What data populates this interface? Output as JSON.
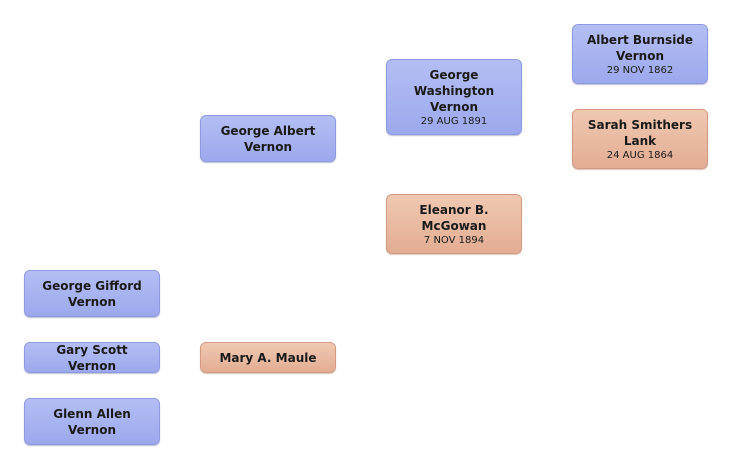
{
  "people": {
    "albert_burnside": {
      "name": "Albert Burnside\nVernon",
      "date": "29 NOV 1862"
    },
    "sarah_smithers": {
      "name": "Sarah Smithers\nLank",
      "date": "24 AUG 1864"
    },
    "george_washington": {
      "name": "George\nWashington\nVernon",
      "date": "29 AUG 1891"
    },
    "eleanor_mcgowan": {
      "name": "Eleanor B.\nMcGowan",
      "date": "7 NOV 1894"
    },
    "george_albert": {
      "name": "George Albert\nVernon"
    },
    "mary_maule": {
      "name": "Mary A.  Maule"
    },
    "george_gifford": {
      "name": "George Gifford\nVernon"
    },
    "gary_scott": {
      "name": "Gary Scott  Vernon"
    },
    "glenn_allen": {
      "name": "Glenn Allen\nVernon"
    }
  },
  "colors": {
    "male": "#a5b1f0",
    "female": "#e9b9a1"
  }
}
